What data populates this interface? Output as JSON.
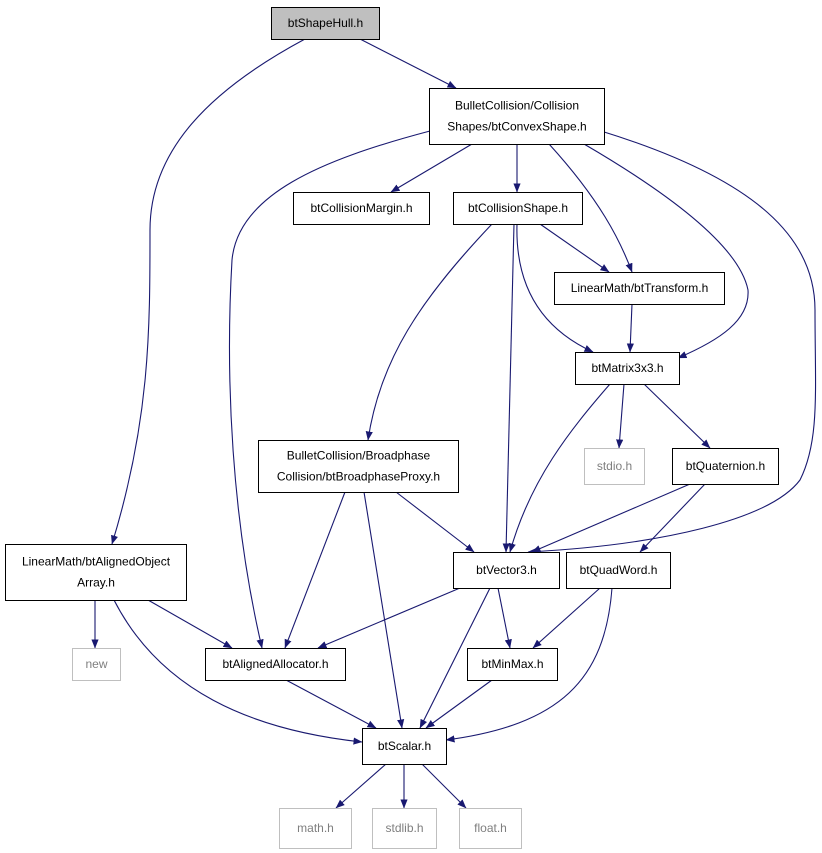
{
  "colors": {
    "edge": "#191970",
    "root_fill": "#bfbfbf",
    "external_border": "#bfbfbf",
    "external_text": "#7f7f7f"
  },
  "nodes": [
    {
      "id": "btShapeHull",
      "lines": [
        "btShapeHull.h"
      ],
      "kind": "root"
    },
    {
      "id": "btConvexShape",
      "lines": [
        "BulletCollision/Collision",
        "Shapes/btConvexShape.h"
      ],
      "kind": "normal"
    },
    {
      "id": "btCollisionMargin",
      "lines": [
        "btCollisionMargin.h"
      ],
      "kind": "normal"
    },
    {
      "id": "btCollisionShape",
      "lines": [
        "btCollisionShape.h"
      ],
      "kind": "normal"
    },
    {
      "id": "btTransform",
      "lines": [
        "LinearMath/btTransform.h"
      ],
      "kind": "normal"
    },
    {
      "id": "btMatrix3x3",
      "lines": [
        "btMatrix3x3.h"
      ],
      "kind": "normal"
    },
    {
      "id": "stdio",
      "lines": [
        "stdio.h"
      ],
      "kind": "external"
    },
    {
      "id": "btQuaternion",
      "lines": [
        "btQuaternion.h"
      ],
      "kind": "normal"
    },
    {
      "id": "btBroadphaseProxy",
      "lines": [
        "BulletCollision/Broadphase",
        "Collision/btBroadphaseProxy.h"
      ],
      "kind": "normal"
    },
    {
      "id": "btAlignedObjectArray",
      "lines": [
        "LinearMath/btAlignedObject",
        "Array.h"
      ],
      "kind": "normal"
    },
    {
      "id": "btVector3",
      "lines": [
        "btVector3.h"
      ],
      "kind": "normal"
    },
    {
      "id": "btQuadWord",
      "lines": [
        "btQuadWord.h"
      ],
      "kind": "normal"
    },
    {
      "id": "new",
      "lines": [
        "new"
      ],
      "kind": "external"
    },
    {
      "id": "btAlignedAllocator",
      "lines": [
        "btAlignedAllocator.h"
      ],
      "kind": "normal"
    },
    {
      "id": "btMinMax",
      "lines": [
        "btMinMax.h"
      ],
      "kind": "normal"
    },
    {
      "id": "btScalar",
      "lines": [
        "btScalar.h"
      ],
      "kind": "normal"
    },
    {
      "id": "math",
      "lines": [
        "math.h"
      ],
      "kind": "external"
    },
    {
      "id": "stdlib",
      "lines": [
        "stdlib.h"
      ],
      "kind": "external"
    },
    {
      "id": "float",
      "lines": [
        "float.h"
      ],
      "kind": "external"
    }
  ],
  "edges": [
    [
      "btShapeHull",
      "btConvexShape"
    ],
    [
      "btShapeHull",
      "btAlignedObjectArray"
    ],
    [
      "btConvexShape",
      "btCollisionMargin"
    ],
    [
      "btConvexShape",
      "btCollisionShape"
    ],
    [
      "btConvexShape",
      "btTransform"
    ],
    [
      "btConvexShape",
      "btMatrix3x3"
    ],
    [
      "btConvexShape",
      "btVector3"
    ],
    [
      "btConvexShape",
      "btAlignedAllocator"
    ],
    [
      "btCollisionShape",
      "btTransform"
    ],
    [
      "btCollisionShape",
      "btMatrix3x3"
    ],
    [
      "btCollisionShape",
      "btBroadphaseProxy"
    ],
    [
      "btCollisionShape",
      "btVector3"
    ],
    [
      "btTransform",
      "btMatrix3x3"
    ],
    [
      "btMatrix3x3",
      "stdio"
    ],
    [
      "btMatrix3x3",
      "btQuaternion"
    ],
    [
      "btMatrix3x3",
      "btVector3"
    ],
    [
      "btQuaternion",
      "btVector3"
    ],
    [
      "btQuaternion",
      "btQuadWord"
    ],
    [
      "btBroadphaseProxy",
      "btVector3"
    ],
    [
      "btBroadphaseProxy",
      "btAlignedAllocator"
    ],
    [
      "btBroadphaseProxy",
      "btScalar"
    ],
    [
      "btAlignedObjectArray",
      "new"
    ],
    [
      "btAlignedObjectArray",
      "btAlignedAllocator"
    ],
    [
      "btAlignedObjectArray",
      "btScalar"
    ],
    [
      "btVector3",
      "btAlignedAllocator"
    ],
    [
      "btVector3",
      "btMinMax"
    ],
    [
      "btVector3",
      "btScalar"
    ],
    [
      "btQuadWord",
      "btMinMax"
    ],
    [
      "btQuadWord",
      "btScalar"
    ],
    [
      "btAlignedAllocator",
      "btScalar"
    ],
    [
      "btMinMax",
      "btScalar"
    ],
    [
      "btScalar",
      "math"
    ],
    [
      "btScalar",
      "stdlib"
    ],
    [
      "btScalar",
      "float"
    ]
  ]
}
